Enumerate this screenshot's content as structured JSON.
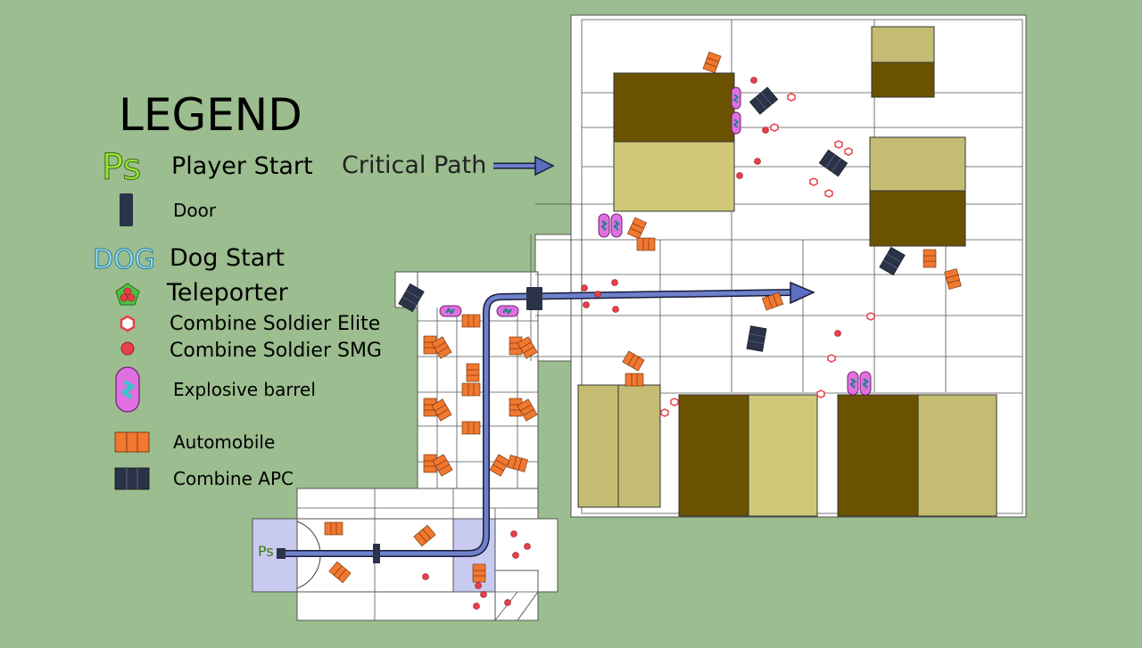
{
  "legend": {
    "title": "LEGEND",
    "player_start": {
      "glyph": "Ps",
      "label": "Player Start"
    },
    "door": {
      "label": "Door"
    },
    "dog_start": {
      "glyph": "DOG",
      "label": "Dog Start"
    },
    "teleporter": {
      "label": "Teleporter"
    },
    "soldier_elite": {
      "label": "Combine Soldier Elite"
    },
    "soldier_smg": {
      "label": "Combine Soldier SMG"
    },
    "barrel": {
      "label": "Explosive barrel"
    },
    "automobile": {
      "label": "Automobile"
    },
    "apc": {
      "label": "Combine APC"
    },
    "critical_path": {
      "label": "Critical Path"
    }
  },
  "map": {
    "start_marker": "Ps"
  },
  "colors": {
    "background": "#9bbd8f",
    "floor": "#ffffff",
    "building_dark": "#6b5200",
    "building_light": "#d0c878",
    "building_mid": "#c4bc72",
    "path": "#5a6fc0",
    "path_edge": "#1a1a3a",
    "start_zone": "#c8caf0",
    "automobile": "#f07830",
    "apc": "#2a3348",
    "soldier": "#e8404a",
    "barrel": "#e070e0",
    "barrel_inner": "#40c0c8",
    "teleporter_outer": "#50c040",
    "teleporter_inner": "#e8404a"
  }
}
